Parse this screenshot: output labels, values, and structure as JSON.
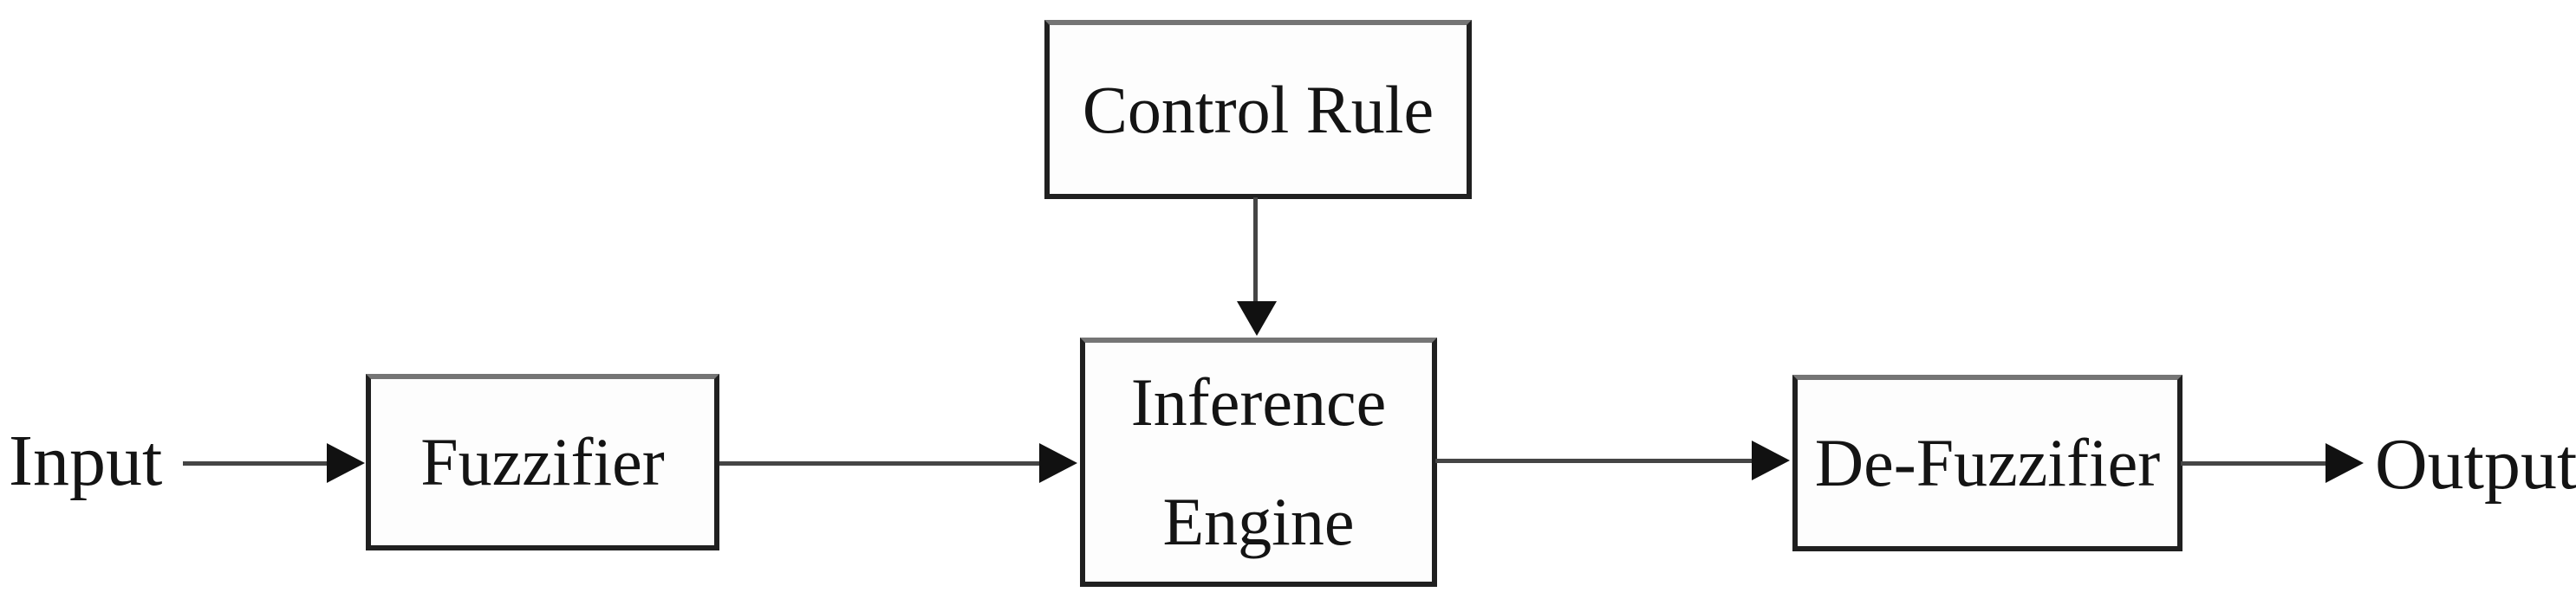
{
  "diagram": {
    "nodes": {
      "input_label": "Input",
      "fuzzifier": "Fuzzifier",
      "control_rule": "Control Rule",
      "inference_line1": "Inference",
      "inference_line2": "Engine",
      "defuzzifier": "De-Fuzzifier",
      "output_label": "Output"
    },
    "edges": [
      {
        "from": "Input",
        "to": "Fuzzifier",
        "direction": "right"
      },
      {
        "from": "Fuzzifier",
        "to": "Inference Engine",
        "direction": "right"
      },
      {
        "from": "Control Rule",
        "to": "Inference Engine",
        "direction": "down"
      },
      {
        "from": "Inference Engine",
        "to": "De-Fuzzifier",
        "direction": "right"
      },
      {
        "from": "De-Fuzzifier",
        "to": "Output",
        "direction": "right"
      }
    ],
    "colors": {
      "background": "#ffffff",
      "line": "#454545",
      "border_dark": "#202020",
      "border_light": "#757575",
      "text": "#141414",
      "arrowhead": "#111111"
    }
  }
}
